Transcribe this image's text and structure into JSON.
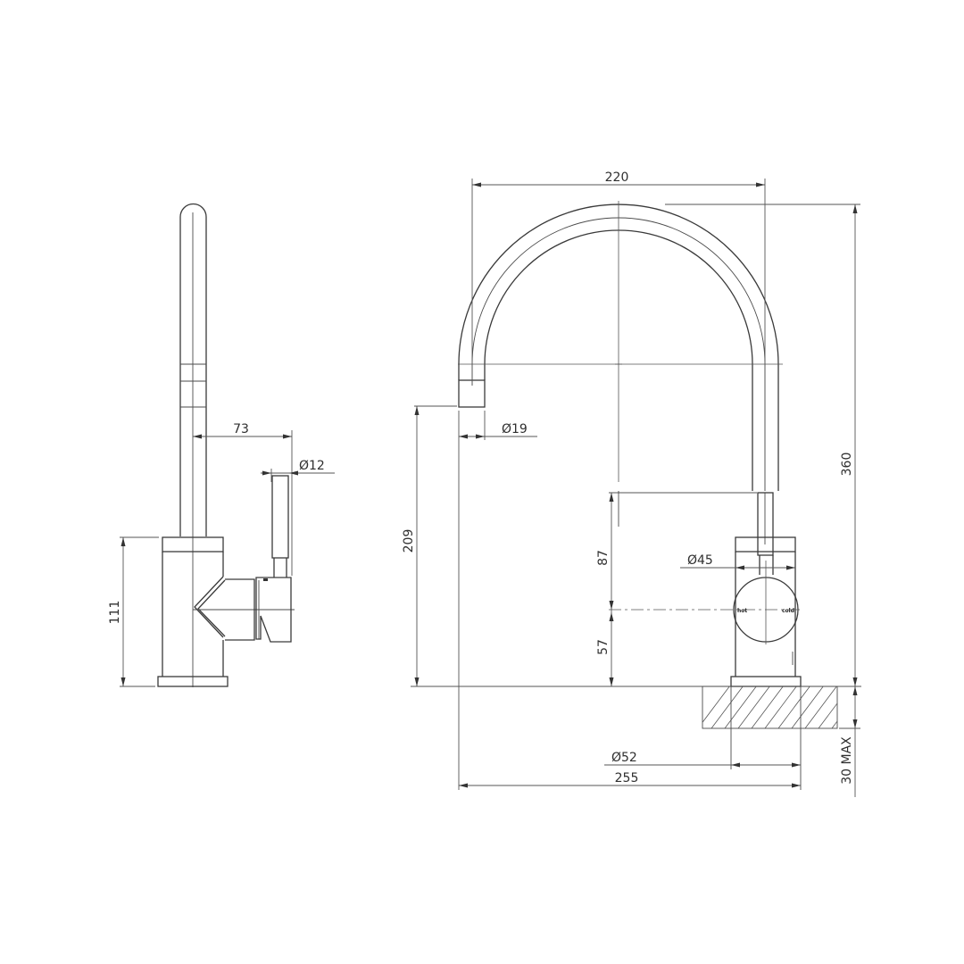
{
  "drawing": {
    "title": "Kitchen mixer tap technical drawing (side and front elevation)",
    "line_color": "#3a3a3a",
    "background": "#ffffff"
  },
  "side_view": {
    "dimensions": {
      "spout_reach": "73",
      "handle_diameter": "Ø12",
      "body_height": "111"
    }
  },
  "front_view": {
    "dimensions": {
      "spout_width": "220",
      "outlet_diameter": "Ø19",
      "outlet_height": "209",
      "total_height": "360",
      "handle_height": "87",
      "lever_center_height": "57",
      "lever_diameter": "Ø45",
      "base_diameter": "Ø52",
      "overall_depth": "255",
      "bench_thickness": "30 MAX"
    },
    "lever_labels": {
      "hot": "hot",
      "cold": "cold"
    }
  }
}
